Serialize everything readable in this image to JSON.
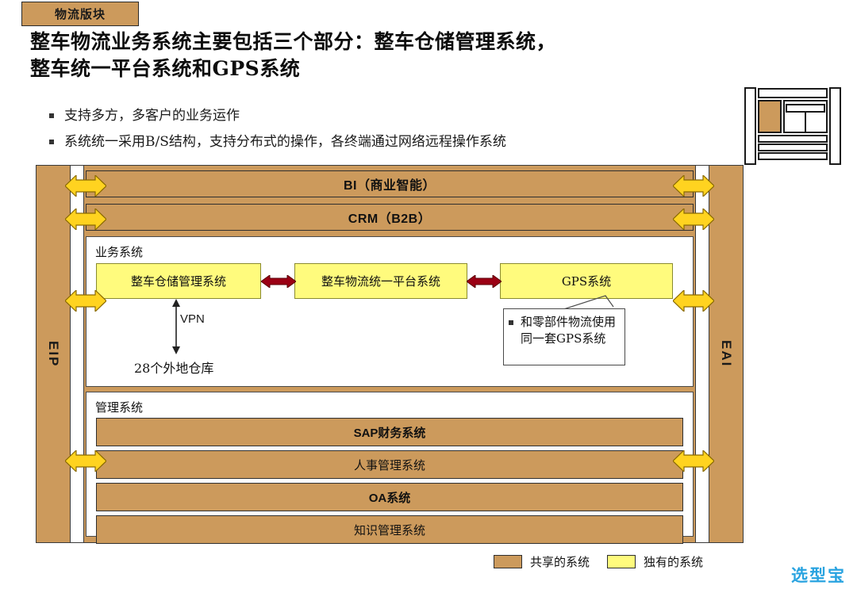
{
  "section_tab": {
    "label": "物流版块"
  },
  "title": {
    "line1": "整车物流业务系统主要包括三个部分：整车仓储管理系统，",
    "line2": "整车统一平台系统和GPS系统"
  },
  "bullets": [
    {
      "text": "支持多方，多客户的业务运作"
    },
    {
      "text": "系统统一采用B/S结构，支持分布式的操作，各终端通过网络远程操作系统"
    }
  ],
  "diagram": {
    "left_column": {
      "label": "EIP"
    },
    "right_column": {
      "label": "EAI"
    },
    "bands": [
      {
        "id": "bi",
        "label": "BI（商业智能）"
      },
      {
        "id": "crm",
        "label": "CRM（B2B）"
      }
    ],
    "business_panel": {
      "title": "业务系统",
      "boxes": [
        {
          "id": "wms",
          "label": "整车仓储管理系统"
        },
        {
          "id": "platform",
          "label": "整车物流统一平台系统"
        },
        {
          "id": "gps",
          "label": "GPS系统"
        }
      ],
      "vpn_label": "VPN",
      "warehouse_label": "28个外地仓库",
      "callout": {
        "text": "和零部件物流使用同一套GPS系统"
      }
    },
    "management_panel": {
      "title": "管理系统",
      "bars": [
        {
          "id": "sap",
          "label": "SAP财务系统",
          "bold": true
        },
        {
          "id": "hr",
          "label": "人事管理系统",
          "bold": false
        },
        {
          "id": "oa",
          "label": "OA系统",
          "bold": true
        },
        {
          "id": "km",
          "label": "知识管理系统",
          "bold": false
        }
      ]
    }
  },
  "legend": [
    {
      "label": "共享的系统",
      "color": "#CC9A5C",
      "style": "brown"
    },
    {
      "label": "独有的系统",
      "color": "#FFFB7D",
      "style": "yellow"
    }
  ],
  "watermark": {
    "text": "选型宝",
    "color": "#29A3E0"
  },
  "colors": {
    "brown": "#CC9A5C",
    "yellow_box": "#FFFB7D",
    "connector_yellow": "#FFD320",
    "red_arrow": "#9B0014",
    "accent_blue": "#29A3E0"
  }
}
